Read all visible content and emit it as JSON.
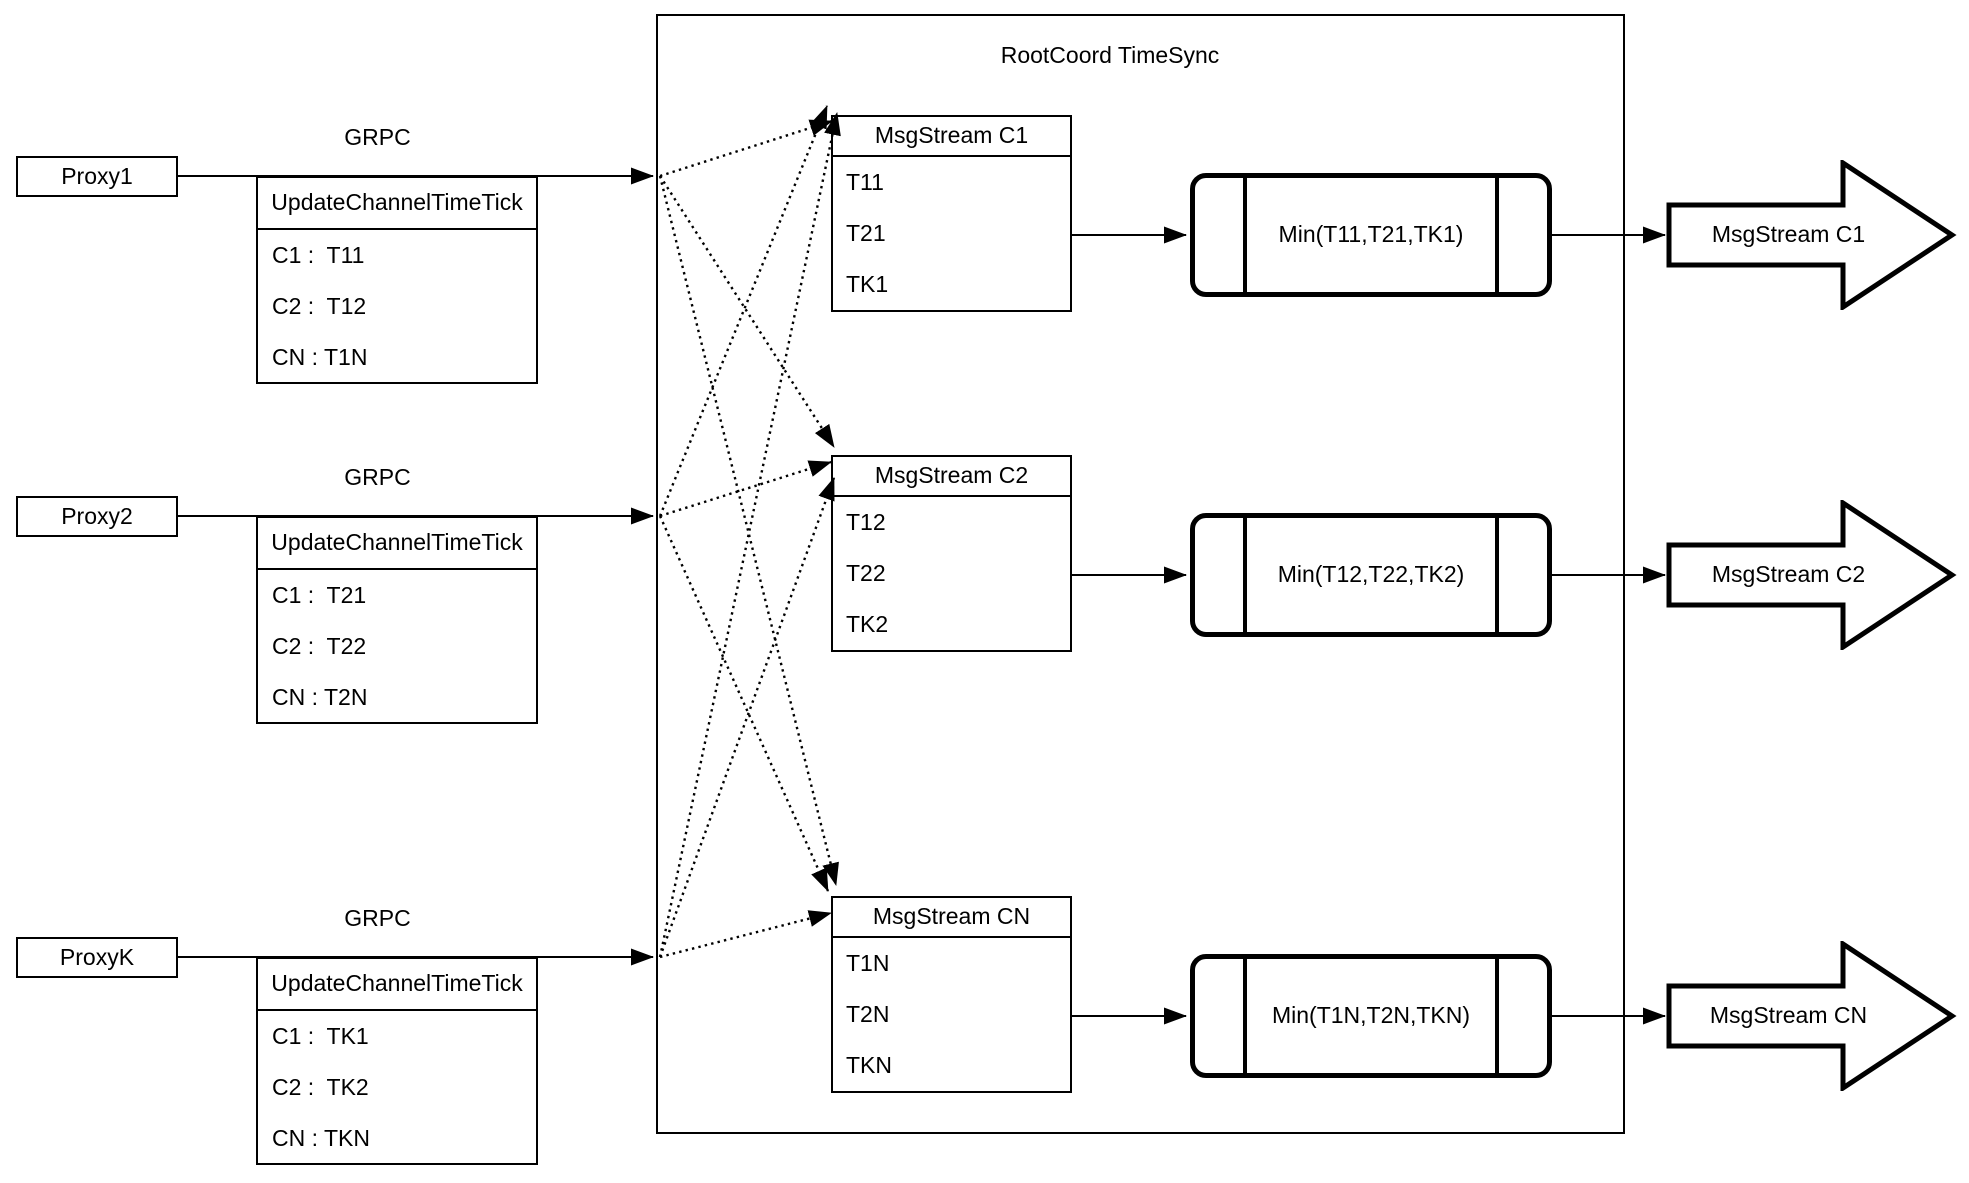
{
  "diagram": {
    "title": "RootCoord TimeSync",
    "sections": [
      {
        "proxy": "Proxy1",
        "grpc": "GRPC",
        "update_table": {
          "header": "UpdateChannelTimeTick",
          "rows": [
            "C1 :  T11",
            "C2 :  T12",
            "CN : T1N"
          ]
        },
        "msg_table": {
          "header": "MsgStream C1",
          "rows": [
            "T11",
            "T21",
            "TK1"
          ]
        },
        "min": "Min(T11,T21,TK1)",
        "out": "MsgStream C1"
      },
      {
        "proxy": "Proxy2",
        "grpc": "GRPC",
        "update_table": {
          "header": "UpdateChannelTimeTick",
          "rows": [
            "C1 :  T21",
            "C2 :  T22",
            "CN : T2N"
          ]
        },
        "msg_table": {
          "header": "MsgStream C2",
          "rows": [
            "T12",
            "T22",
            "TK2"
          ]
        },
        "min": "Min(T12,T22,TK2)",
        "out": "MsgStream C2"
      },
      {
        "proxy": "ProxyK",
        "grpc": "GRPC",
        "update_table": {
          "header": "UpdateChannelTimeTick",
          "rows": [
            "C1 :  TK1",
            "C2 :  TK2",
            "CN : TKN"
          ]
        },
        "msg_table": {
          "header": "MsgStream CN",
          "rows": [
            "T1N",
            "T2N",
            "TKN"
          ]
        },
        "min": "Min(T1N,T2N,TKN)",
        "out": "MsgStream CN"
      }
    ],
    "colors": {
      "line": "#000000",
      "background": "#ffffff"
    }
  }
}
